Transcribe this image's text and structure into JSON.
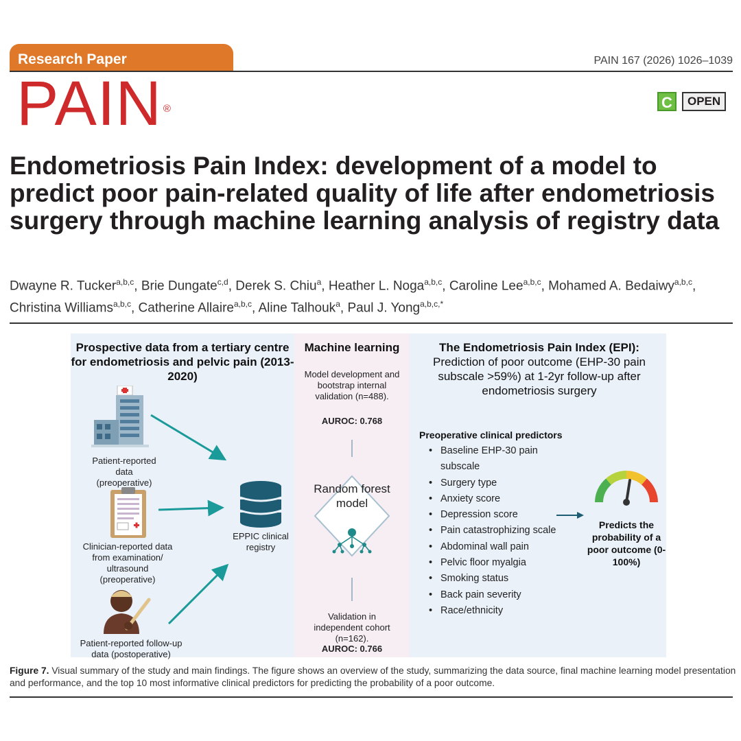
{
  "header": {
    "badge": "Research Paper",
    "citation": "PAIN 167 (2026) 1026–1039",
    "journal": "PAIN",
    "registered": "®",
    "open_c": "C",
    "open_label": "OPEN"
  },
  "article": {
    "title": "Endometriosis Pain Index: development of a model to predict poor pain-related quality of life after endometriosis surgery through machine learning analysis of registry data",
    "authors": [
      {
        "name": "Dwayne R. Tucker",
        "aff": "a,b,c"
      },
      {
        "name": "Brie Dungate",
        "aff": "c,d"
      },
      {
        "name": "Derek S. Chiu",
        "aff": "a"
      },
      {
        "name": "Heather L. Noga",
        "aff": "a,b,c"
      },
      {
        "name": "Caroline Lee",
        "aff": "a,b,c"
      },
      {
        "name": "Mohamed A. Bedaiwy",
        "aff": "a,b,c"
      },
      {
        "name": "Christina Williams",
        "aff": "a,b,c"
      },
      {
        "name": "Catherine Allaire",
        "aff": "a,b,c"
      },
      {
        "name": "Aline Talhouk",
        "aff": "a"
      },
      {
        "name": "Paul J. Yong",
        "aff": "a,b,c,*"
      }
    ]
  },
  "figure": {
    "left": {
      "heading": "Prospective data from a tertiary centre for endometriosis and pelvic pain (2013-2020)",
      "patient_pre": "Patient-reported data (preoperative)",
      "clinician": "Clinician-reported data from examination/ ultrasound (preoperative)",
      "patient_post": "Patient-reported follow-up data (postoperative)",
      "registry": "EPPIC clinical registry"
    },
    "middle": {
      "heading": "Machine learning",
      "dev_text": "Model development and bootstrap internal validation (n=488).",
      "dev_auroc": "AUROC: 0.768",
      "model": "Random forest model",
      "val_text": "Validation in independent cohort (n=162).",
      "val_auroc": "AUROC: 0.766"
    },
    "right": {
      "heading_bold": "The Endometriosis Pain Index (EPI):",
      "heading_rest": " Prediction of poor outcome (EHP-30 pain subscale >59%) at 1-2yr follow-up after endometriosis surgery",
      "predictors_title": "Preoperative clinical predictors",
      "predictors": [
        "Baseline EHP-30 pain subscale",
        "Surgery type",
        "Anxiety score",
        "Depression score",
        "Pain catastrophizing scale",
        "Abdominal wall pain",
        "Pelvic floor myalgia",
        "Smoking status",
        "Back pain severity",
        "Race/ethnicity"
      ],
      "outcome": "Predicts the probability of a poor outcome (0-100%)"
    },
    "colors": {
      "teal_arrow": "#1b9a9a",
      "database": "#1d5c73",
      "model_icon": "#1f8a8a"
    }
  },
  "caption": {
    "label": "Figure 7.",
    "text": " Visual summary of the study and main findings. The figure shows an overview of the study, summarizing the data source, final machine learning model presentation and performance, and the top 10 most informative clinical predictors for predicting the probability of a poor outcome."
  }
}
